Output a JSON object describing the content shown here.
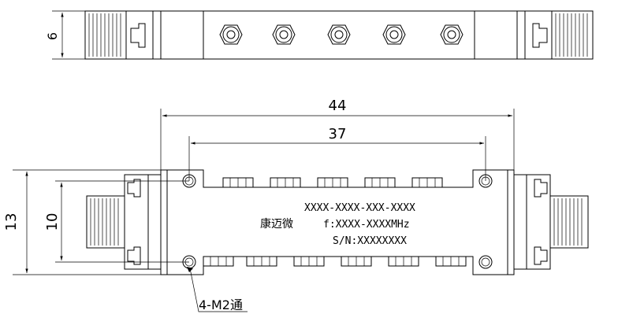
{
  "top_view": {
    "height_dim": "6"
  },
  "front_view": {
    "overall_length": "44",
    "hole_spacing_length": "37",
    "overall_height": "13",
    "hole_spacing_height": "10",
    "mount_callout": "4-M2通"
  },
  "label": {
    "brand": "康迈微",
    "part_number": "XXXX-XXXX-XXX-XXXX",
    "frequency": "f:XXXX-XXXXMHz",
    "serial": "S/N:XXXXXXXX"
  }
}
